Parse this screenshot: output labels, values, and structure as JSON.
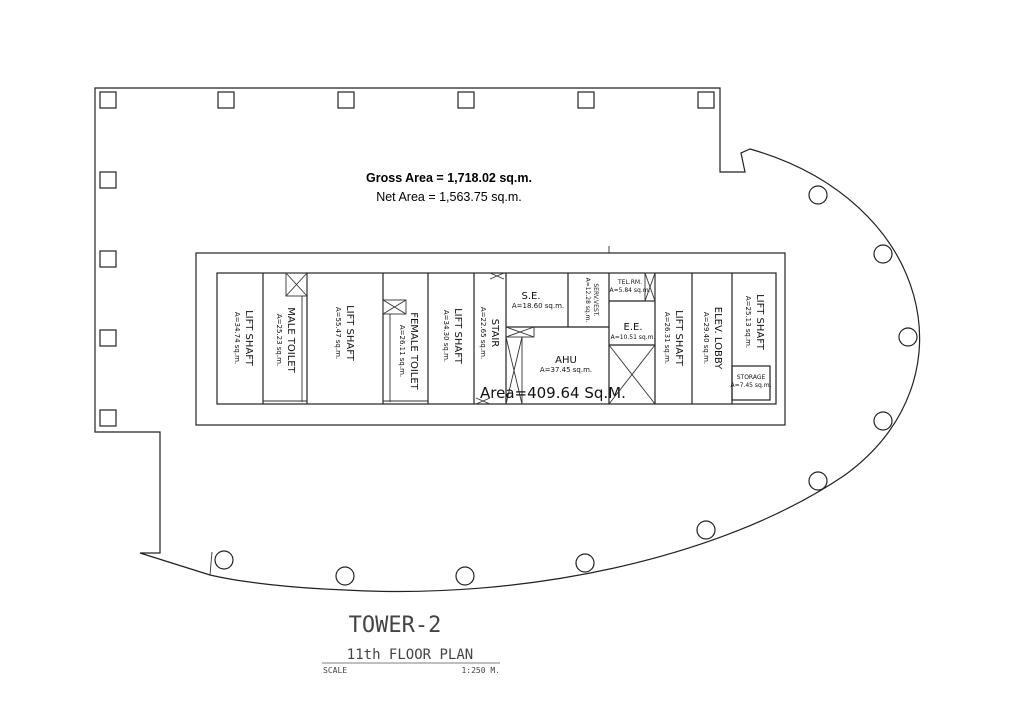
{
  "areas": {
    "gross": "Gross Area = 1,718.02 sq.m.",
    "net": "Net Area = 1,563.75 sq.m.",
    "core": "Area=409.64  Sq.M."
  },
  "rooms": [
    {
      "name": "LIFT SHAFT",
      "area": "A=34.74  sq.m."
    },
    {
      "name": "MALE TOILET",
      "area": "A=25.23  sq.m."
    },
    {
      "name": "LIFT SHAFT",
      "area": "A=55.47  sq.m."
    },
    {
      "name": "FEMALE TOILET",
      "area": "A=26.11  sq.m."
    },
    {
      "name": "LIFT SHAFT",
      "area": "A=34.30  sq.m."
    },
    {
      "name": "STAIR",
      "area": "A=22.65  sq.m."
    },
    {
      "name": "S.E.",
      "area": "A=18.60  sq.m."
    },
    {
      "name": "SERV.VEST.",
      "area": "A=12.28  sq.m."
    },
    {
      "name": "TEL.RM.",
      "area": "A=5.84  sq.m."
    },
    {
      "name": "E.E.",
      "area": "A=10.51  sq.m."
    },
    {
      "name": "AHU",
      "area": "A=37.45  sq.m."
    },
    {
      "name": "LIFT SHAFT",
      "area": "A=26.31  sq.m."
    },
    {
      "name": "ELEV. LOBBY",
      "area": "A=29.40  sq.m."
    },
    {
      "name": "LIFT SHAFT",
      "area": "A=25.13  sq.m."
    },
    {
      "name": "STORAGE",
      "area": "A=7.45  sq.m."
    }
  ],
  "title": {
    "tower": "TOWER-2",
    "plan": "11th FLOOR PLAN",
    "scale_label": "SCALE",
    "scale_value": "1:250  M."
  }
}
